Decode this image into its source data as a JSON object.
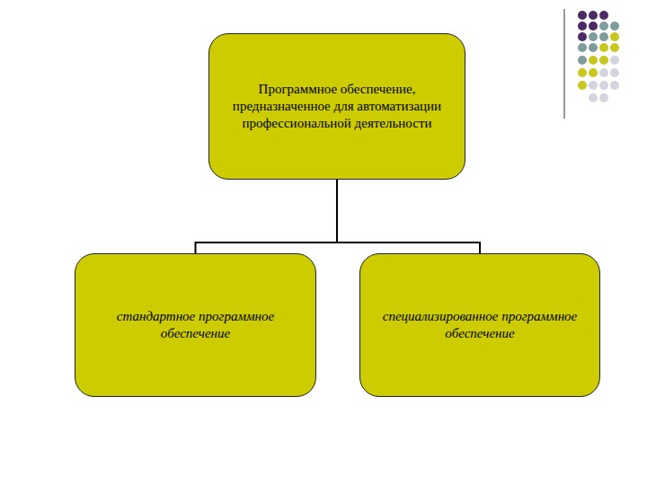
{
  "diagram": {
    "nodes": [
      {
        "text": [
          "Программное обеспечение, предназначенное для автоматизации профессиональной деятельности"
        ]
      },
      {
        "text": [
          "стандартное программное обеспечение"
        ]
      },
      {
        "text": [
          "специализированное программное обеспечение"
        ]
      }
    ],
    "edges": [
      {
        "from": 0,
        "to": 1,
        "arrow": "none"
      },
      {
        "from": 0,
        "to": 2,
        "arrow": "none"
      }
    ]
  }
}
